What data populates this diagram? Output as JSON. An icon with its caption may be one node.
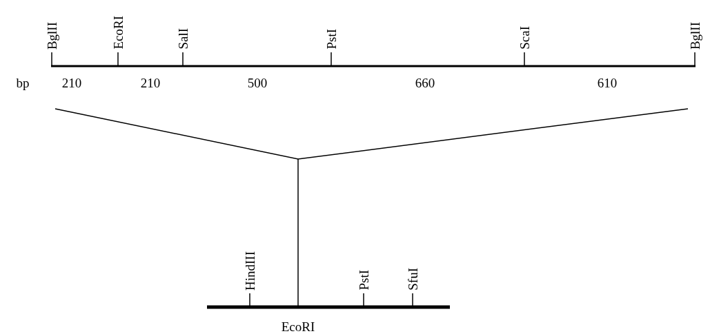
{
  "diagram": {
    "labels": [
      "BglII",
      "EcoRI",
      "SalI",
      "PstI",
      "ScaI",
      "BglII",
      "bp",
      "210",
      "210",
      "500",
      "660",
      "610",
      "HindIII",
      "PstI",
      "SfuI",
      "EcoRI"
    ]
  }
}
